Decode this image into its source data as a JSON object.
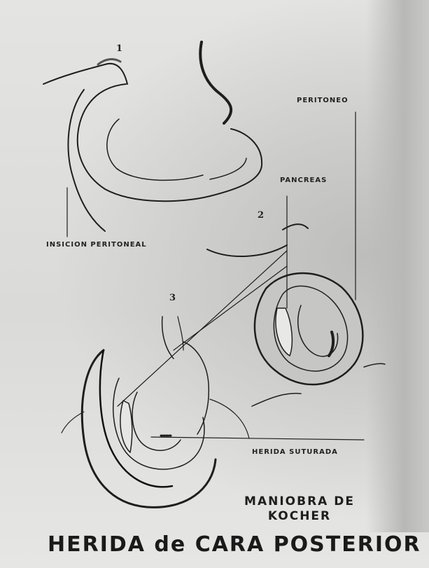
{
  "diagram": {
    "figure_numbers": {
      "one": "1",
      "two": "2",
      "three": "3"
    },
    "labels": {
      "peritoneo": "PERITONEO",
      "pancreas": "PANCREAS",
      "incision": "INSICION PERITONEAL",
      "herida_suturada": "HERIDA SUTURADA"
    },
    "caption": {
      "line1": "MANIOBRA DE",
      "line2": "KOCHER"
    },
    "title": "HERIDA de CARA POSTERIOR"
  },
  "colors": {
    "ink": "#1e1e1e",
    "paper": "#d8d8d6"
  }
}
